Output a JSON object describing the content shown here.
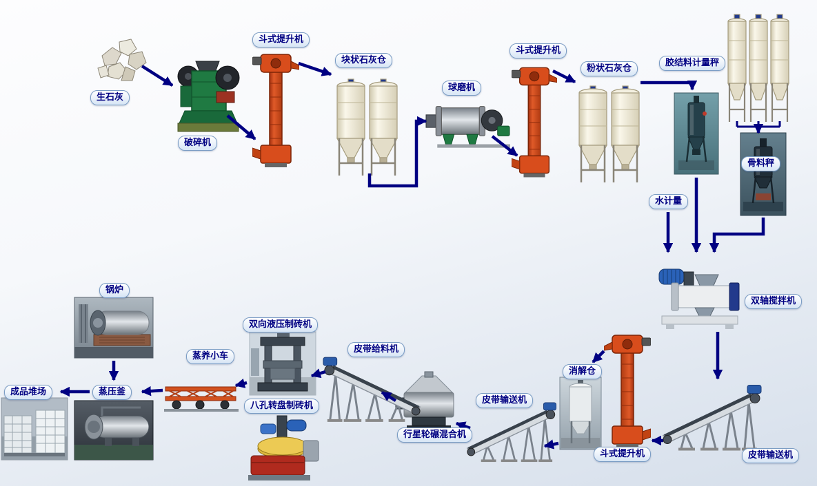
{
  "colors": {
    "arrow": "#000082",
    "label_text": "#000082",
    "label_border": "#7a9cc4",
    "label_background": "#eef4fb",
    "background_top": "#fdfdfe",
    "background_bottom": "#d6dfeb"
  },
  "labels": {
    "quicklime": "生石灰",
    "crusher": "破碎机",
    "bucket_elevator_1": "斗式提升机",
    "lump_lime_silo": "块状石灰仓",
    "ball_mill": "球磨机",
    "bucket_elevator_2": "斗式提升机",
    "powder_lime_silo": "粉状石灰仓",
    "binder_metering_scale": "胶结料计量秤",
    "aggregate_scale": "骨料秤",
    "water_metering": "水计量",
    "twin_shaft_mixer": "双轴搅拌机",
    "belt_conveyor_right": "皮带输送机",
    "bucket_elevator_3": "斗式提升机",
    "slaking_silo": "消解仓",
    "belt_conveyor_mid": "皮带输送机",
    "planetary_wheel_mixer": "行星轮碾混合机",
    "belt_feeder": "皮带给料机",
    "hydraulic_brick_machine": "双向液压制砖机",
    "rotary_disc_brick_machine": "八孔转盘制砖机",
    "steam_curing_cart": "蒸养小车",
    "autoclave": "蒸压釜",
    "boiler": "锅炉",
    "product_yard": "成品堆场"
  },
  "connections": [
    {
      "from": "quicklime",
      "to": "crusher"
    },
    {
      "from": "crusher",
      "to": "bucket_elevator_1"
    },
    {
      "from": "bucket_elevator_1",
      "to": "lump_lime_silo"
    },
    {
      "from": "lump_lime_silo",
      "to": "ball_mill"
    },
    {
      "from": "ball_mill",
      "to": "bucket_elevator_2"
    },
    {
      "from": "bucket_elevator_2",
      "to": "powder_lime_silo"
    },
    {
      "from": "powder_lime_silo",
      "to": "binder_metering_scale"
    },
    {
      "from": "storage_silos",
      "to": "aggregate_scale"
    },
    {
      "from": "binder_metering_scale",
      "to": "twin_shaft_mixer"
    },
    {
      "from": "aggregate_scale",
      "to": "twin_shaft_mixer"
    },
    {
      "from": "water_metering",
      "to": "twin_shaft_mixer"
    },
    {
      "from": "twin_shaft_mixer",
      "to": "belt_conveyor_right"
    },
    {
      "from": "belt_conveyor_right",
      "to": "bucket_elevator_3"
    },
    {
      "from": "bucket_elevator_3",
      "to": "slaking_silo"
    },
    {
      "from": "slaking_silo",
      "to": "belt_conveyor_mid"
    },
    {
      "from": "belt_conveyor_mid",
      "to": "planetary_wheel_mixer"
    },
    {
      "from": "planetary_wheel_mixer",
      "to": "belt_feeder"
    },
    {
      "from": "belt_feeder",
      "to": "brick_machines"
    },
    {
      "from": "brick_machines",
      "to": "steam_curing_cart"
    },
    {
      "from": "steam_curing_cart",
      "to": "autoclave"
    },
    {
      "from": "autoclave",
      "to": "product_yard"
    },
    {
      "from": "boiler",
      "to": "autoclave"
    }
  ]
}
